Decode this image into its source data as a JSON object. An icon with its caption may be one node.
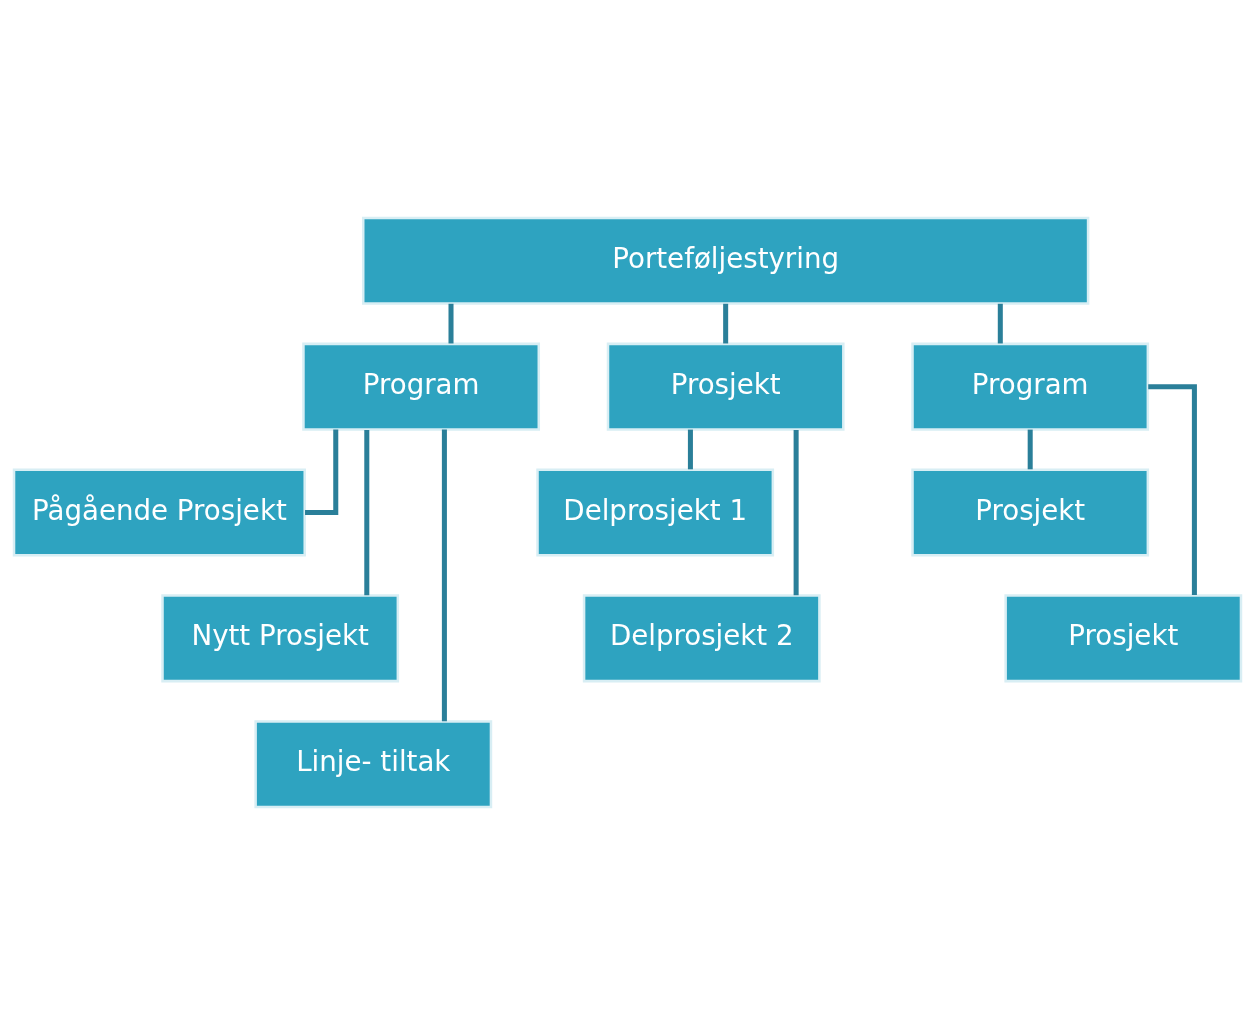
{
  "diagram": {
    "nodes": [
      {
        "text": [
          "Porteføljestyring"
        ]
      },
      {
        "text": [
          "Program"
        ]
      },
      {
        "text": [
          "Prosjekt"
        ]
      },
      {
        "text": [
          "Program"
        ]
      },
      {
        "text": [
          "Pågående Prosjekt"
        ]
      },
      {
        "text": [
          "Nytt Prosjekt"
        ]
      },
      {
        "text": [
          "Linje- tiltak"
        ]
      },
      {
        "text": [
          "Delprosjekt 1"
        ]
      },
      {
        "text": [
          "Delprosjekt 2"
        ]
      },
      {
        "text": [
          "Prosjekt"
        ]
      },
      {
        "text": [
          "Prosjekt"
        ]
      }
    ],
    "edges": [
      {
        "from": 0,
        "to": 1,
        "arrow": "none"
      },
      {
        "from": 0,
        "to": 2,
        "arrow": "none"
      },
      {
        "from": 0,
        "to": 3,
        "arrow": "none"
      },
      {
        "from": 1,
        "to": 4,
        "arrow": "none"
      },
      {
        "from": 1,
        "to": 5,
        "arrow": "none"
      },
      {
        "from": 1,
        "to": 6,
        "arrow": "none"
      },
      {
        "from": 2,
        "to": 7,
        "arrow": "none"
      },
      {
        "from": 2,
        "to": 8,
        "arrow": "none"
      },
      {
        "from": 3,
        "to": 9,
        "arrow": "none"
      },
      {
        "from": 3,
        "to": 10,
        "arrow": "none"
      }
    ]
  }
}
